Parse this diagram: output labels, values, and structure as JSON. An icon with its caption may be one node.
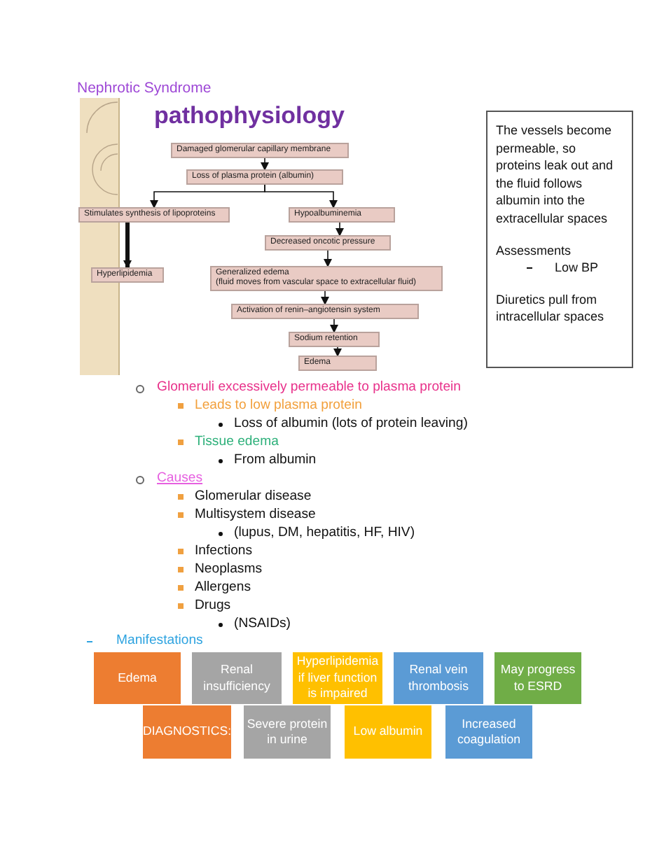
{
  "diagram": {
    "title": "Nephrotic Syndrome",
    "nodes": [
      {
        "text": [
          "Damaged glomerular capillary membrane"
        ]
      },
      {
        "text": [
          "Loss of plasma protein (albumin)"
        ]
      },
      {
        "text": [
          "Stimulates synthesis of lipoproteins"
        ]
      },
      {
        "text": [
          "Hypoalbuminemia"
        ]
      },
      {
        "text": [
          "Hyperlipidemia"
        ]
      },
      {
        "text": [
          "Decreased oncotic pressure"
        ]
      },
      {
        "text": [
          "Generalized edema",
          "(fluid moves from vascular space to extracellular fluid)"
        ]
      },
      {
        "text": [
          "Activation of renin–angiotensin system"
        ]
      },
      {
        "text": [
          "Sodium retention"
        ]
      },
      {
        "text": [
          "Edema"
        ]
      },
      {
        "text": [
          "The vessels become permeable, so proteins leak out and the fluid follows albumin into the extracellular spaces",
          "Assessments",
          "Low BP",
          "Diuretics pull from intracellular spaces"
        ]
      },
      {
        "text": [
          "Edema"
        ]
      },
      {
        "text": [
          "Renal insufficiency"
        ]
      },
      {
        "text": [
          "Hyperlipidemia if liver function is impaired"
        ]
      },
      {
        "text": [
          "Renal vein thrombosis"
        ]
      },
      {
        "text": [
          "May progress to ESRD"
        ]
      },
      {
        "text": [
          "DIAGNOSTICS:"
        ]
      },
      {
        "text": [
          "Severe protein in urine"
        ]
      },
      {
        "text": [
          "Low albumin"
        ]
      },
      {
        "text": [
          "Increased coagulation"
        ]
      }
    ],
    "edges": [
      {
        "from": 0,
        "to": 1,
        "arrow": "to"
      },
      {
        "from": 1,
        "to": 2,
        "arrow": "to"
      },
      {
        "from": 1,
        "to": 3,
        "arrow": "to"
      },
      {
        "from": 2,
        "to": 4,
        "arrow": "to",
        "style": "thick"
      },
      {
        "from": 3,
        "to": 5,
        "arrow": "to"
      },
      {
        "from": 5,
        "to": 6,
        "arrow": "to"
      },
      {
        "from": 6,
        "to": 7,
        "arrow": "to"
      },
      {
        "from": 7,
        "to": 8,
        "arrow": "to"
      },
      {
        "from": 8,
        "to": 9,
        "arrow": "to"
      }
    ],
    "labels": [
      "pathophysiology",
      "Glomeruli excessively permeable to plasma protein",
      "Leads to low plasma protein",
      "Loss of albumin (lots of protein leaving)",
      "Tissue edema",
      "From albumin",
      "Causes",
      "Glomerular disease",
      "Multisystem disease",
      "(lupus, DM, hepatitis, HF, HIV)",
      "Infections",
      "Neoplasms",
      "Allergens",
      "Drugs",
      "(NSAIDs)",
      "Manifestations"
    ]
  }
}
